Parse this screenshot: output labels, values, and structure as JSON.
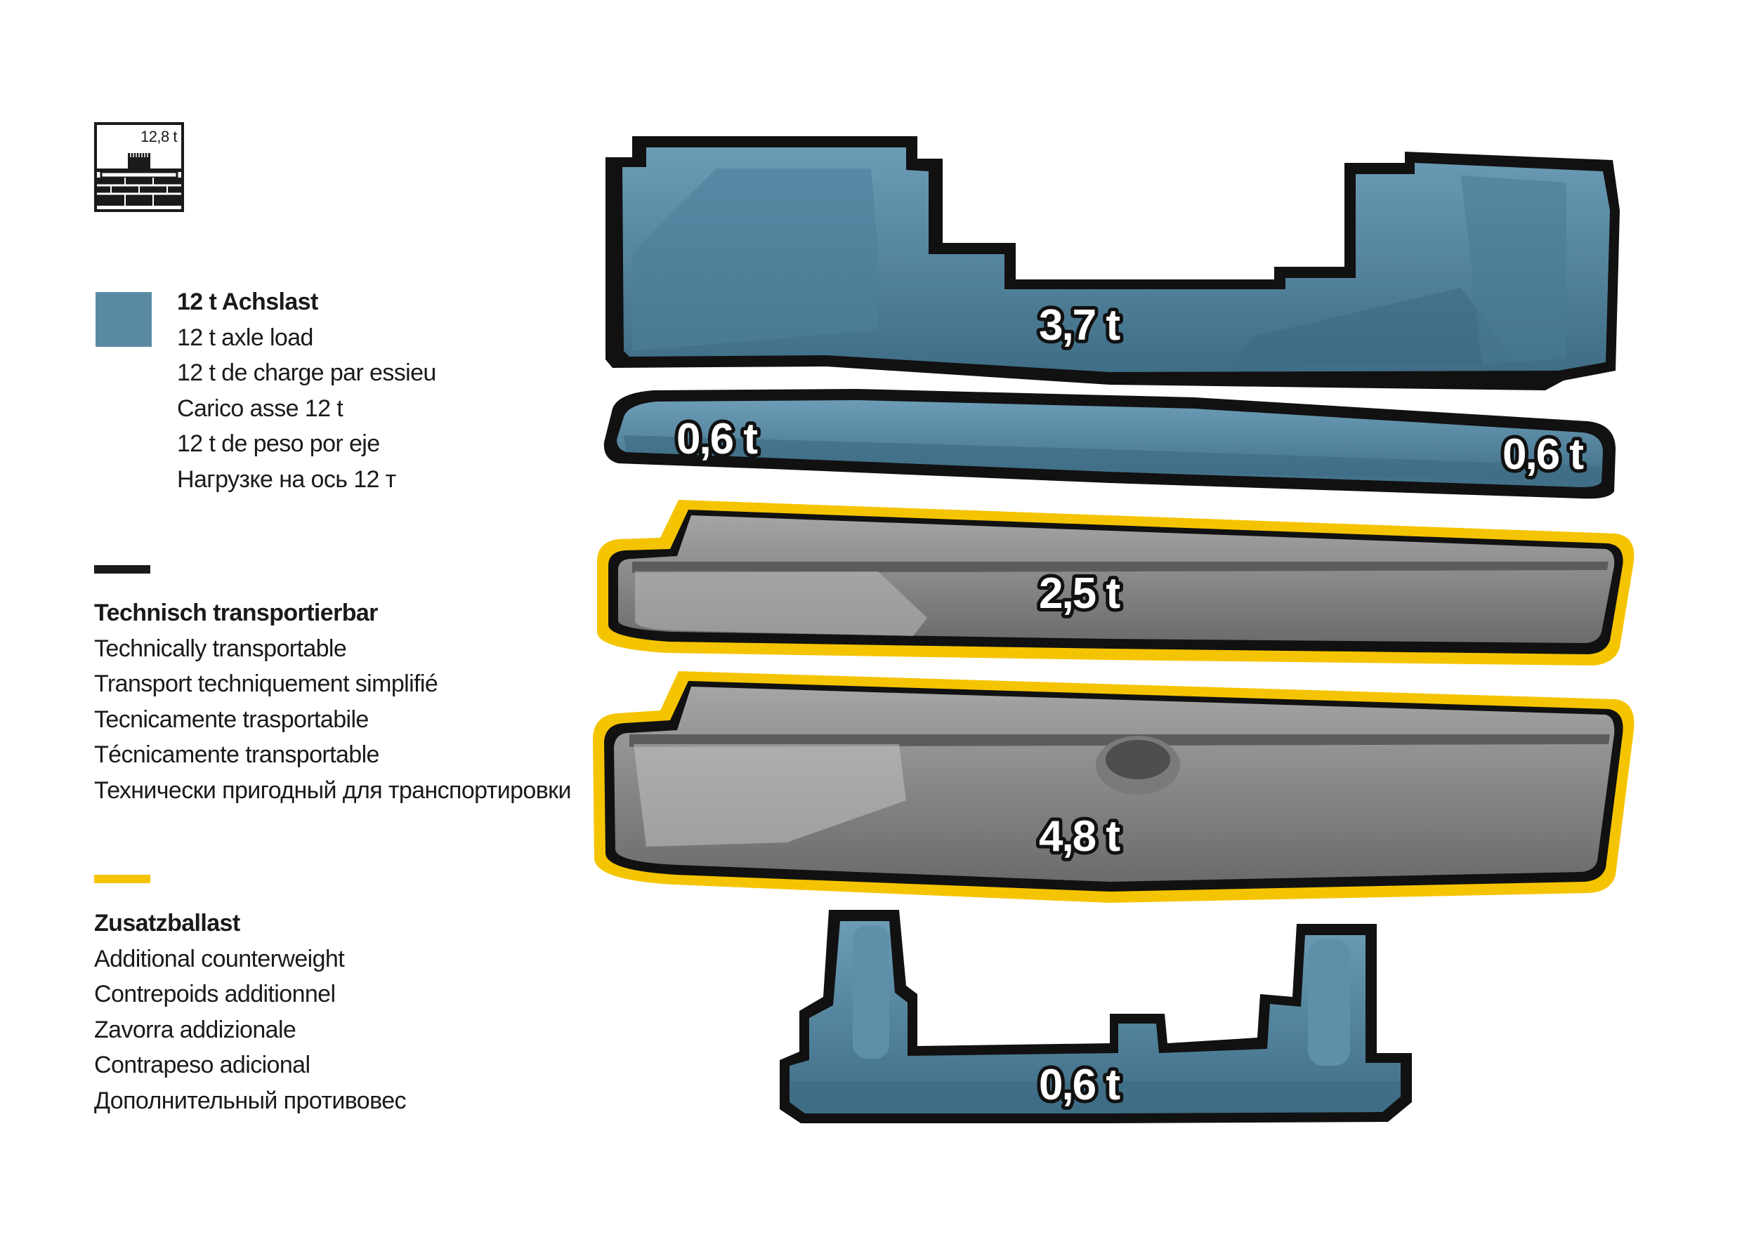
{
  "weight_icon": {
    "name": "scale-weight-icon",
    "label": "12,8 t"
  },
  "legend": {
    "axle_load": {
      "color": "#5a8aa3",
      "lines": [
        "12 t Achslast",
        "12 t axle load",
        "12 t de charge par essieu",
        "Carico asse 12 t",
        "12 t de peso por eje",
        "Нагрузке на ось 12 т"
      ]
    },
    "transportable": {
      "color": "#1a1a1a",
      "lines": [
        "Technisch transportierbar",
        "Technically transportable",
        "Transport techniquement simplifié",
        "Tecnicamente trasportabile",
        "Técnicamente transportable",
        "Технически пригодный для транспортировки"
      ]
    },
    "counterweight": {
      "color": "#f5c400",
      "lines": [
        "Zusatzballast",
        "Additional counterweight",
        "Contrepoids additionnel",
        "Zavorra addizionale",
        "Contrapeso adicional",
        "Дополнительный противовес"
      ]
    }
  },
  "parts": {
    "top_counterweight": {
      "weight": "3,7 t",
      "color": "#5a8aa3"
    },
    "plate_left": {
      "weight": "0,6 t"
    },
    "plate_right": {
      "weight": "0,6 t"
    },
    "ballast_upper": {
      "weight": "2,5 t",
      "color": "#8c8c8c",
      "outline": "#f5c400"
    },
    "ballast_lower": {
      "weight": "4,8 t",
      "color": "#8c8c8c",
      "outline": "#f5c400"
    },
    "base_frame": {
      "weight": "0,6 t",
      "color": "#5a8aa3"
    }
  }
}
